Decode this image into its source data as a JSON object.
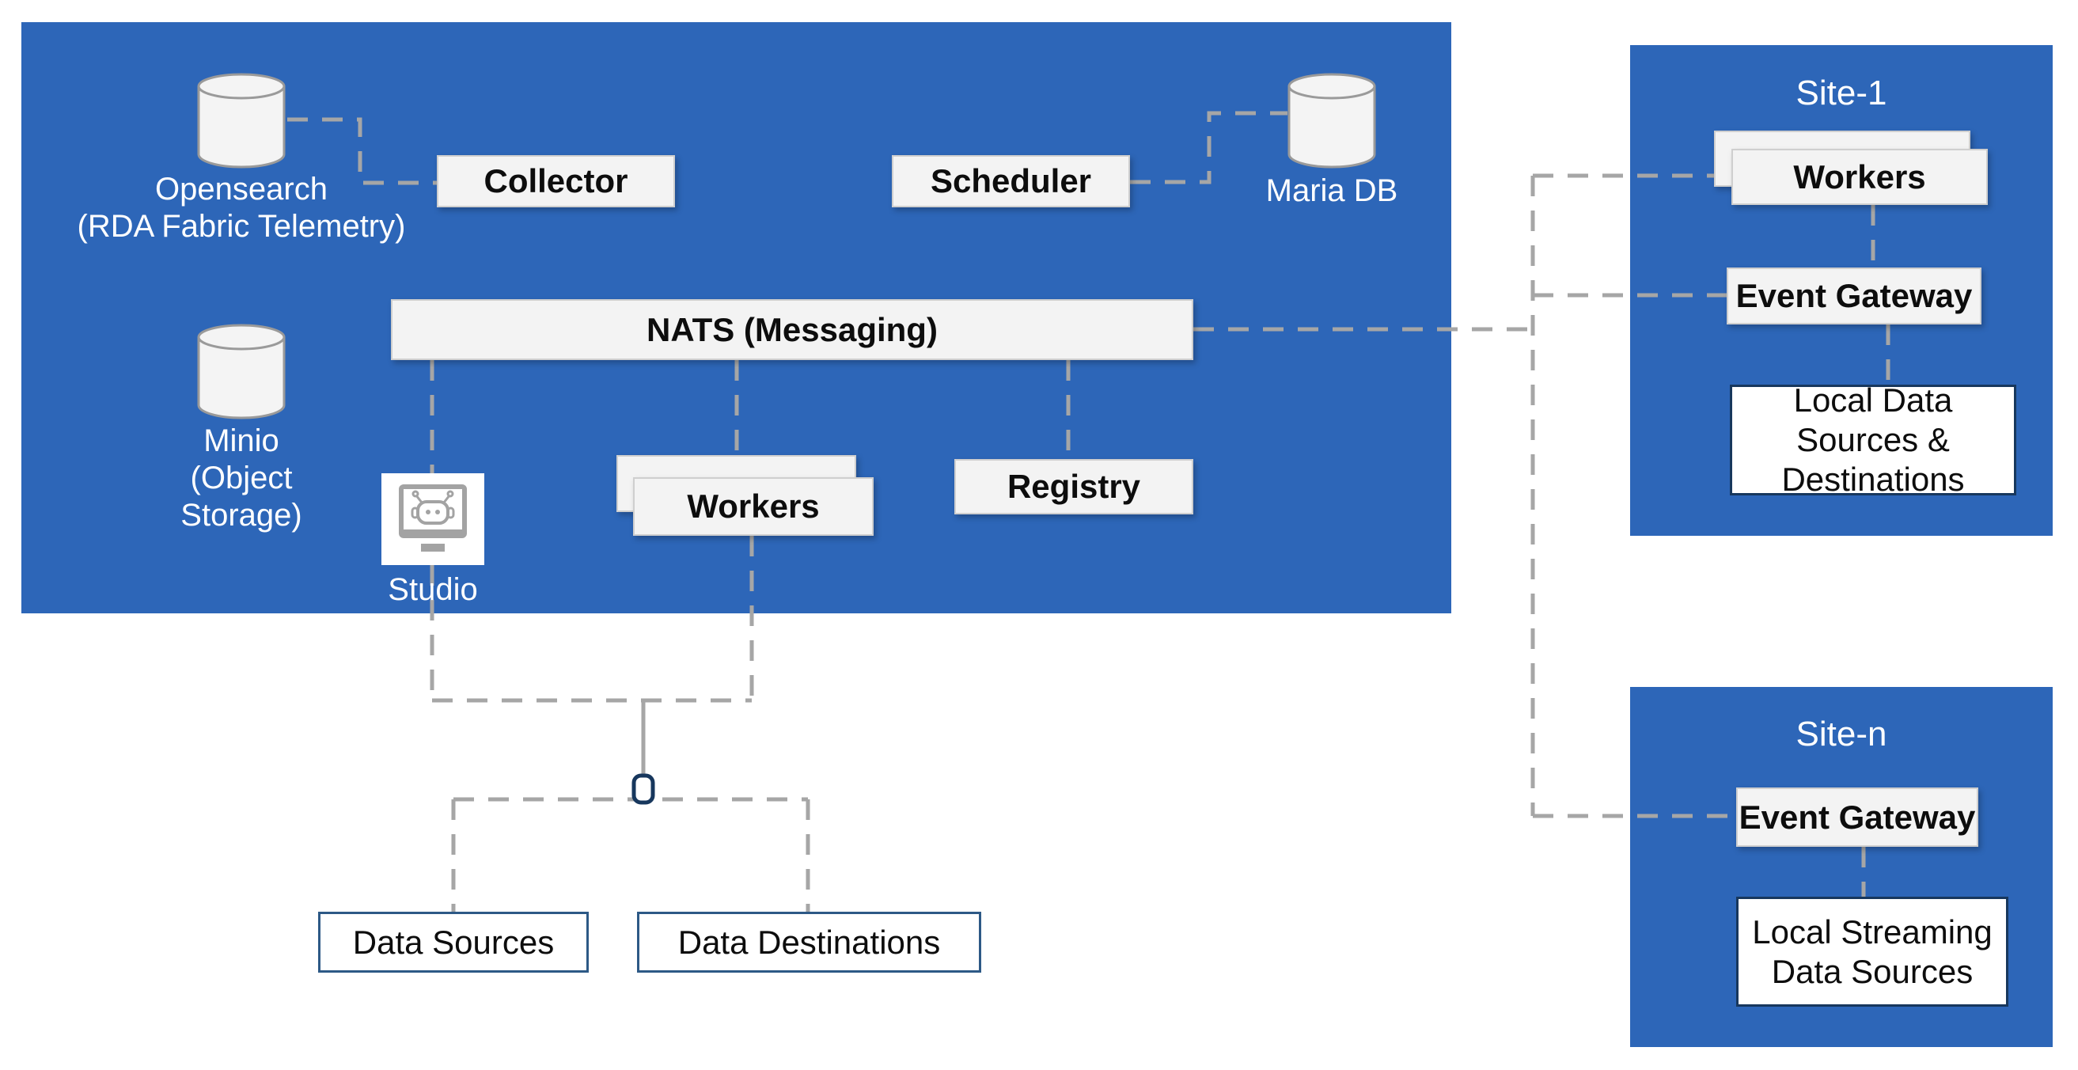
{
  "colors": {
    "primary_blue": "#2d66b8",
    "box_fill": "#f3f3f3",
    "box_border": "#cfcfcf",
    "dash_gray": "#a6a6a6",
    "navy_border": "#17375d",
    "data_border": "#2d5986",
    "text_dark": "#0d0d0d",
    "text_light": "#ffffff"
  },
  "main_cluster": {
    "opensearch": {
      "line1": "Opensearch",
      "line2": "(RDA Fabric Telemetry)"
    },
    "collector_label": "Collector",
    "scheduler_label": "Scheduler",
    "mariadb_label": "Maria DB",
    "nats_label": "NATS (Messaging)",
    "minio": {
      "line1": "Minio",
      "line2": "(Object",
      "line3": "Storage)"
    },
    "studio_label": "Studio",
    "workers_label": "Workers",
    "registry_label": "Registry"
  },
  "site_1": {
    "title": "Site-1",
    "workers_label": "Workers",
    "event_gateway_label": "Event Gateway",
    "local_box": {
      "line1": "Local Data",
      "line2": "Sources &",
      "line3": "Destinations"
    }
  },
  "site_n": {
    "title": "Site-n",
    "event_gateway_label": "Event Gateway",
    "local_box": {
      "line1": "Local Streaming",
      "line2": "Data Sources"
    }
  },
  "external": {
    "data_sources_label": "Data Sources",
    "data_destinations_label": "Data Destinations"
  },
  "icons": {
    "database": "database-cylinder-icon",
    "studio": "studio-robot-icon",
    "junction": "connector-node-icon"
  }
}
